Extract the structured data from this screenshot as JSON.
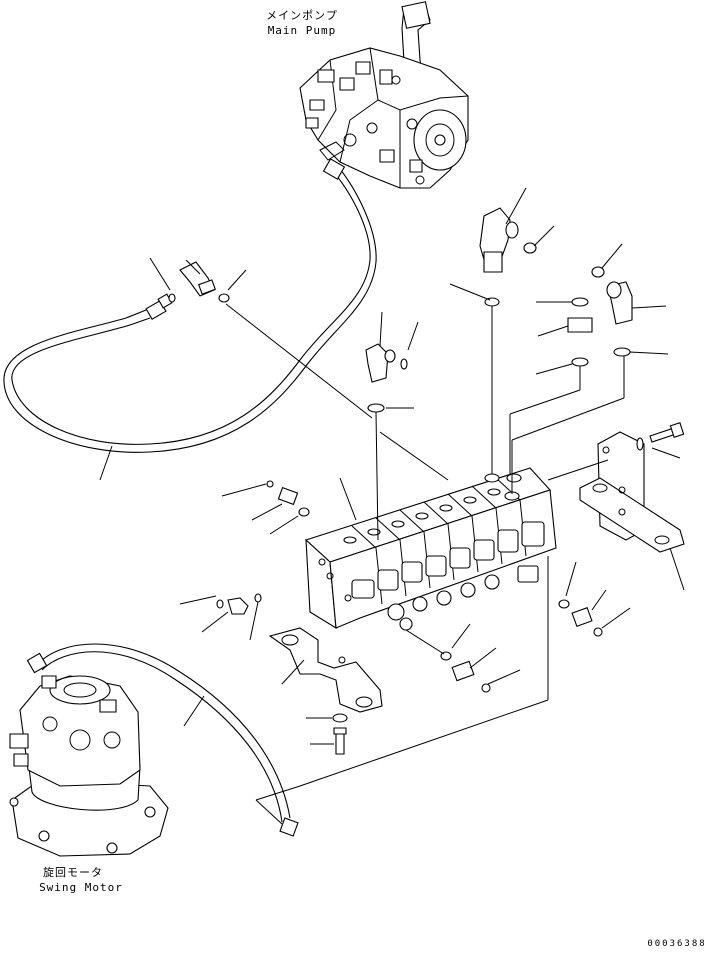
{
  "labels": {
    "main_pump_jp": "メインポンプ",
    "main_pump_en": "Main Pump",
    "swing_motor_jp": "旋回モータ",
    "swing_motor_en": "Swing Motor",
    "drawing_number": "00036388"
  }
}
